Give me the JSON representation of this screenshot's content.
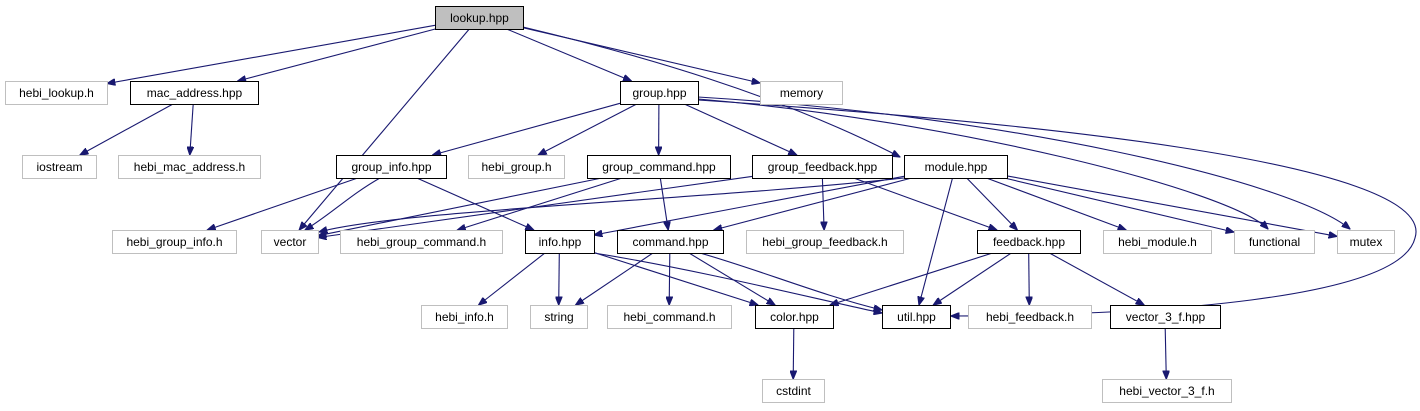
{
  "graph": {
    "nodes": [
      {
        "id": "lookup_hpp",
        "label": "lookup.hpp",
        "kind": "root",
        "interactable": true
      },
      {
        "id": "hebi_lookup_h",
        "label": "hebi_lookup.h",
        "kind": "external",
        "interactable": false
      },
      {
        "id": "mac_address_hpp",
        "label": "mac_address.hpp",
        "kind": "documented",
        "interactable": true
      },
      {
        "id": "group_hpp",
        "label": "group.hpp",
        "kind": "documented",
        "interactable": true
      },
      {
        "id": "memory",
        "label": "memory",
        "kind": "external",
        "interactable": false
      },
      {
        "id": "iostream",
        "label": "iostream",
        "kind": "external",
        "interactable": false
      },
      {
        "id": "hebi_mac_address_h",
        "label": "hebi_mac_address.h",
        "kind": "external",
        "interactable": false
      },
      {
        "id": "group_info_hpp",
        "label": "group_info.hpp",
        "kind": "documented",
        "interactable": true
      },
      {
        "id": "hebi_group_h",
        "label": "hebi_group.h",
        "kind": "external",
        "interactable": false
      },
      {
        "id": "group_command_hpp",
        "label": "group_command.hpp",
        "kind": "documented",
        "interactable": true
      },
      {
        "id": "group_feedback_hpp",
        "label": "group_feedback.hpp",
        "kind": "documented",
        "interactable": true
      },
      {
        "id": "module_hpp",
        "label": "module.hpp",
        "kind": "documented",
        "interactable": true
      },
      {
        "id": "hebi_group_info_h",
        "label": "hebi_group_info.h",
        "kind": "external",
        "interactable": false
      },
      {
        "id": "vector",
        "label": "vector",
        "kind": "external",
        "interactable": false
      },
      {
        "id": "hebi_group_command_h",
        "label": "hebi_group_command.h",
        "kind": "external",
        "interactable": false
      },
      {
        "id": "info_hpp",
        "label": "info.hpp",
        "kind": "documented",
        "interactable": true
      },
      {
        "id": "command_hpp",
        "label": "command.hpp",
        "kind": "documented",
        "interactable": true
      },
      {
        "id": "hebi_group_feedback_h",
        "label": "hebi_group_feedback.h",
        "kind": "external",
        "interactable": false
      },
      {
        "id": "feedback_hpp",
        "label": "feedback.hpp",
        "kind": "documented",
        "interactable": true
      },
      {
        "id": "hebi_module_h",
        "label": "hebi_module.h",
        "kind": "external",
        "interactable": false
      },
      {
        "id": "functional",
        "label": "functional",
        "kind": "external",
        "interactable": false
      },
      {
        "id": "mutex",
        "label": "mutex",
        "kind": "external",
        "interactable": false
      },
      {
        "id": "hebi_info_h",
        "label": "hebi_info.h",
        "kind": "external",
        "interactable": false
      },
      {
        "id": "string",
        "label": "string",
        "kind": "external",
        "interactable": false
      },
      {
        "id": "hebi_command_h",
        "label": "hebi_command.h",
        "kind": "external",
        "interactable": false
      },
      {
        "id": "color_hpp",
        "label": "color.hpp",
        "kind": "documented",
        "interactable": true
      },
      {
        "id": "util_hpp",
        "label": "util.hpp",
        "kind": "documented",
        "interactable": true
      },
      {
        "id": "hebi_feedback_h",
        "label": "hebi_feedback.h",
        "kind": "external",
        "interactable": false
      },
      {
        "id": "vector_3_f_hpp",
        "label": "vector_3_f.hpp",
        "kind": "documented",
        "interactable": true
      },
      {
        "id": "cstdint",
        "label": "cstdint",
        "kind": "external",
        "interactable": false
      },
      {
        "id": "hebi_vector_3_f_h",
        "label": "hebi_vector_3_f.h",
        "kind": "external",
        "interactable": false
      }
    ],
    "edges": [
      [
        "lookup_hpp",
        "hebi_lookup_h"
      ],
      [
        "lookup_hpp",
        "mac_address_hpp"
      ],
      [
        "lookup_hpp",
        "vector"
      ],
      [
        "lookup_hpp",
        "group_hpp"
      ],
      [
        "lookup_hpp",
        "memory"
      ],
      [
        "lookup_hpp",
        "module_hpp"
      ],
      [
        "mac_address_hpp",
        "iostream"
      ],
      [
        "mac_address_hpp",
        "hebi_mac_address_h"
      ],
      [
        "group_hpp",
        "group_info_hpp"
      ],
      [
        "group_hpp",
        "hebi_group_h"
      ],
      [
        "group_hpp",
        "group_command_hpp"
      ],
      [
        "group_hpp",
        "group_feedback_hpp"
      ],
      [
        "group_hpp",
        "functional"
      ],
      [
        "group_hpp",
        "mutex"
      ],
      [
        "group_hpp",
        "util_hpp"
      ],
      [
        "group_info_hpp",
        "hebi_group_info_h"
      ],
      [
        "group_info_hpp",
        "vector"
      ],
      [
        "group_info_hpp",
        "info_hpp"
      ],
      [
        "group_command_hpp",
        "vector"
      ],
      [
        "group_command_hpp",
        "hebi_group_command_h"
      ],
      [
        "group_command_hpp",
        "command_hpp"
      ],
      [
        "group_feedback_hpp",
        "vector"
      ],
      [
        "group_feedback_hpp",
        "hebi_group_feedback_h"
      ],
      [
        "group_feedback_hpp",
        "feedback_hpp"
      ],
      [
        "module_hpp",
        "vector"
      ],
      [
        "module_hpp",
        "info_hpp"
      ],
      [
        "module_hpp",
        "command_hpp"
      ],
      [
        "module_hpp",
        "feedback_hpp"
      ],
      [
        "module_hpp",
        "util_hpp"
      ],
      [
        "module_hpp",
        "hebi_module_h"
      ],
      [
        "module_hpp",
        "functional"
      ],
      [
        "module_hpp",
        "mutex"
      ],
      [
        "info_hpp",
        "hebi_info_h"
      ],
      [
        "info_hpp",
        "string"
      ],
      [
        "info_hpp",
        "color_hpp"
      ],
      [
        "info_hpp",
        "util_hpp"
      ],
      [
        "command_hpp",
        "string"
      ],
      [
        "command_hpp",
        "hebi_command_h"
      ],
      [
        "command_hpp",
        "color_hpp"
      ],
      [
        "command_hpp",
        "util_hpp"
      ],
      [
        "feedback_hpp",
        "color_hpp"
      ],
      [
        "feedback_hpp",
        "util_hpp"
      ],
      [
        "feedback_hpp",
        "hebi_feedback_h"
      ],
      [
        "feedback_hpp",
        "vector_3_f_hpp"
      ],
      [
        "color_hpp",
        "cstdint"
      ],
      [
        "vector_3_f_hpp",
        "hebi_vector_3_f_h"
      ]
    ]
  }
}
